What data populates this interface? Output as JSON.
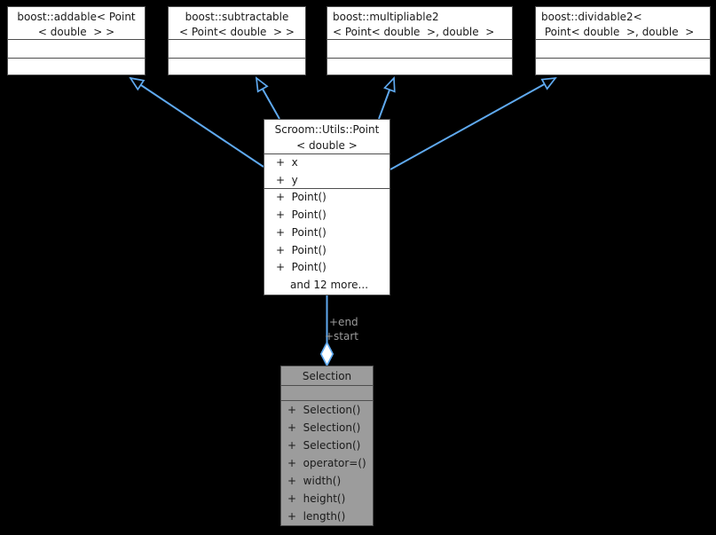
{
  "diagram": {
    "type": "uml-collaboration-diagram",
    "background_color": "#000000",
    "edge_color": "#5fa9ef",
    "edge_label_color": "#9b9b9b",
    "node_fill": "#ffffff",
    "gray_node_fill": "#9c9c9c",
    "node_border_color": "#4e4e4e"
  },
  "nodes": {
    "addable": {
      "line1": "boost::addable< Point",
      "line2": "< double  > >"
    },
    "subtractable": {
      "line1": "boost::subtractable",
      "line2": "< Point< double  > >"
    },
    "multipliable": {
      "line1": "boost::multipliable2",
      "line2": "< Point< double  >, double  >"
    },
    "dividable": {
      "line1": "boost::dividable2<",
      "line2": " Point< double  >, double  >"
    },
    "point": {
      "line1": "Scroom::Utils::Point",
      "line2": "< double >",
      "attributes": [
        "+  x",
        "+  y"
      ],
      "methods": [
        "+  Point()",
        "+  Point()",
        "+  Point()",
        "+  Point()",
        "+  Point()",
        "and 12 more..."
      ]
    },
    "selection": {
      "title": "Selection",
      "methods": [
        "+  Selection()",
        "+  Selection()",
        "+  Selection()",
        "+  operator=()",
        "+  width()",
        "+  height()",
        "+  length()"
      ]
    }
  },
  "edges": {
    "aggregation_label_end": "+end",
    "aggregation_label_start": "+start"
  }
}
